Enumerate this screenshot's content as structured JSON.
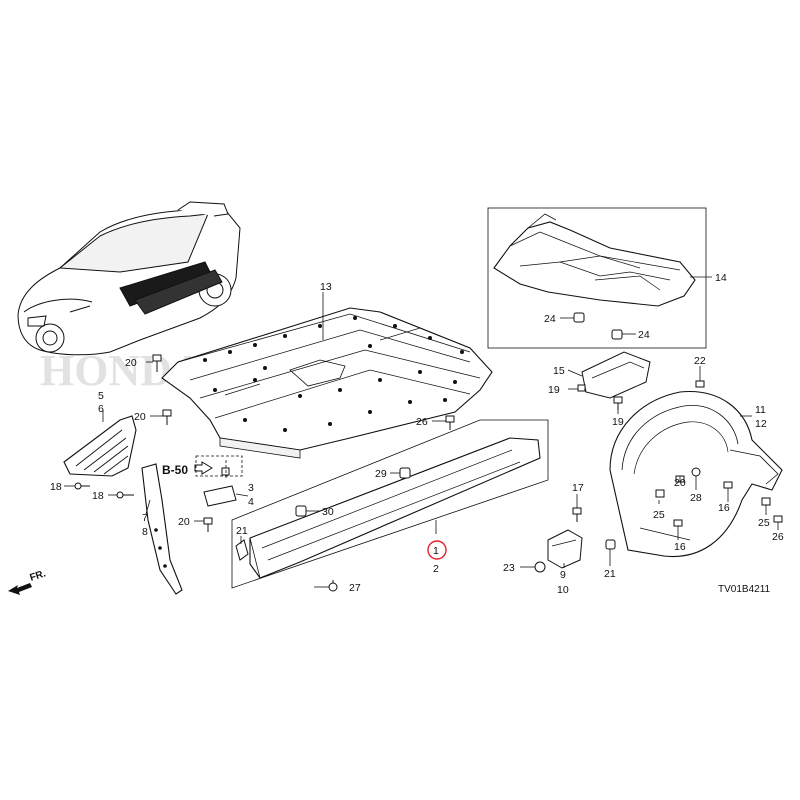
{
  "diagram": {
    "diagram_code": "TV01B4211",
    "section_ref": "B-50",
    "front_marker": "FR.",
    "watermark": "HONDA",
    "highlight_color": "#e8202a",
    "callouts": {
      "c1": "1",
      "c2": "2",
      "c3": "3",
      "c4": "4",
      "c5": "5",
      "c6": "6",
      "c7": "7",
      "c8": "8",
      "c9": "9",
      "c10": "10",
      "c11": "11",
      "c12": "12",
      "c13": "13",
      "c14": "14",
      "c15": "15",
      "c16": "16",
      "c17": "17",
      "c18": "18",
      "c19": "19",
      "c20": "20",
      "c21": "21",
      "c22": "22",
      "c23": "23",
      "c24": "24",
      "c25": "25",
      "c26": "26",
      "c27": "27",
      "c28": "28",
      "c29": "29",
      "c30": "30"
    }
  }
}
